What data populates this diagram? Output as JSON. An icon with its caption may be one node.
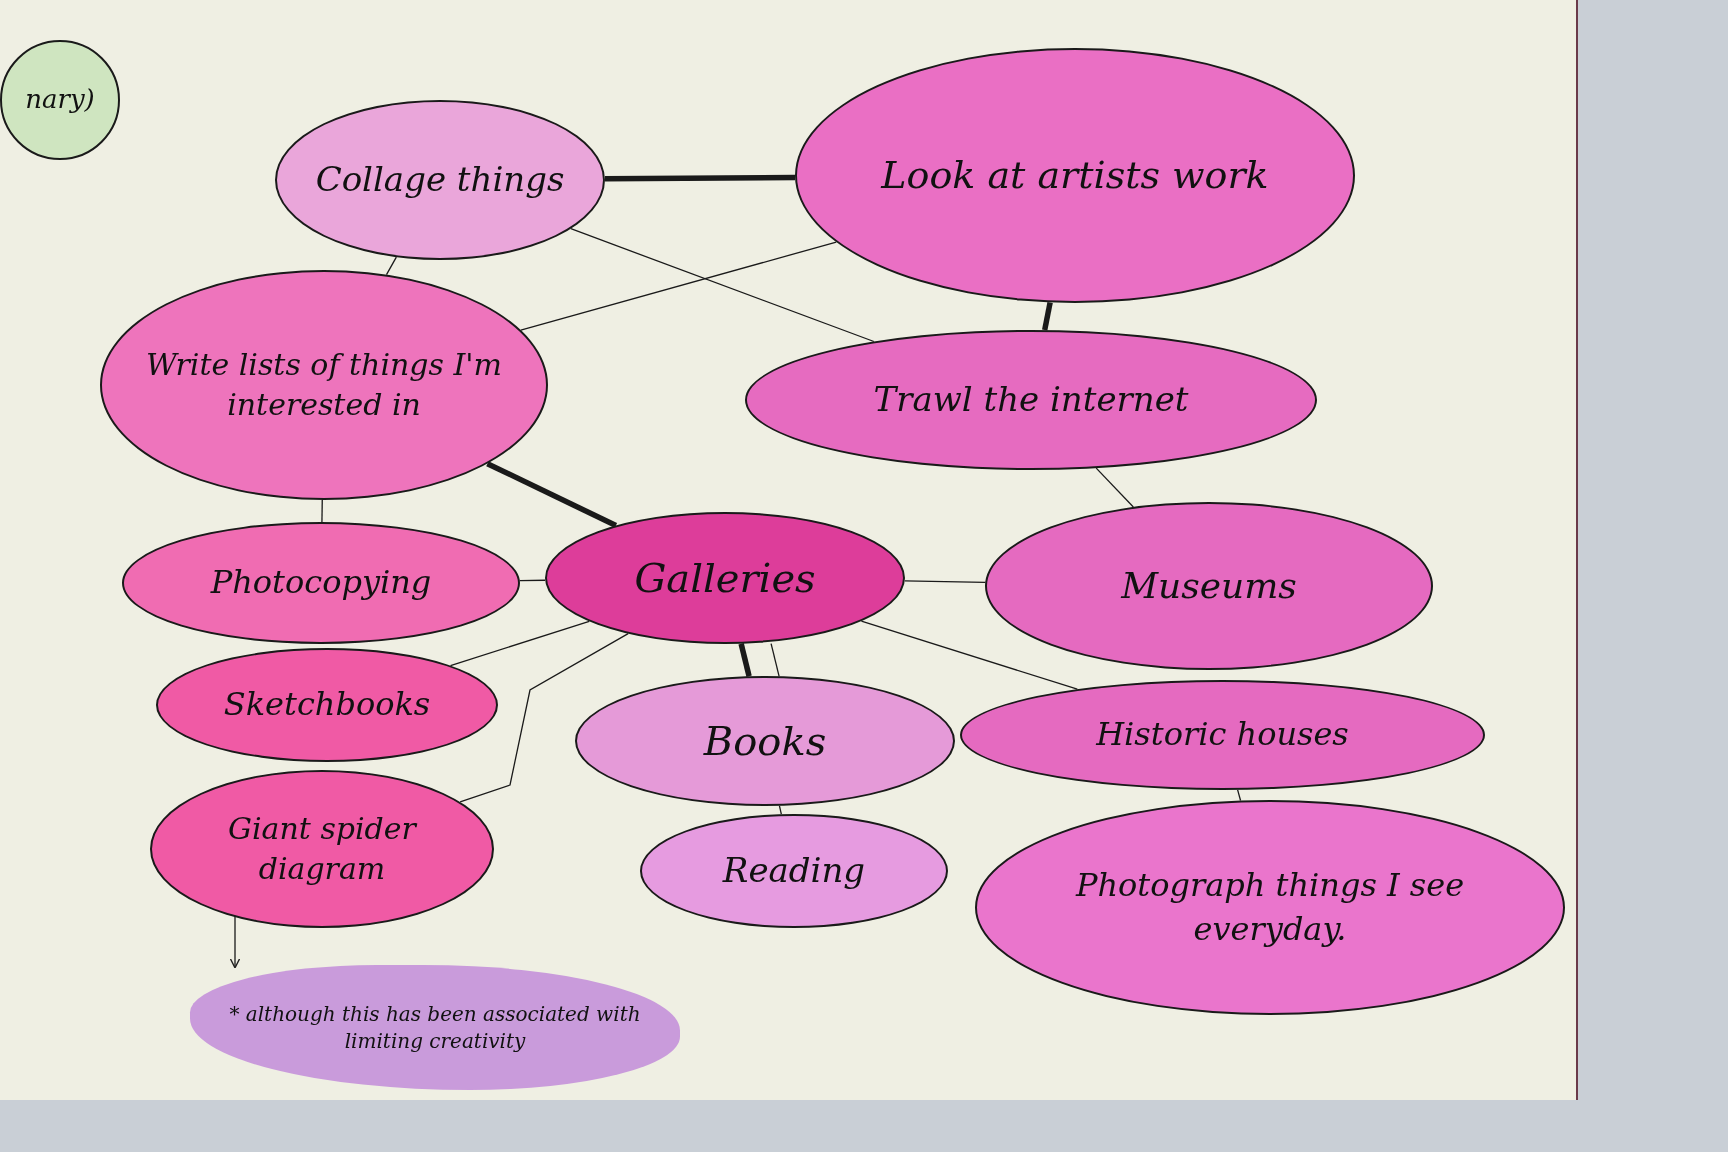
{
  "diagram": {
    "nodes": [
      {
        "text": [
          "nary)"
        ]
      },
      {
        "text": [
          "Collage things"
        ]
      },
      {
        "text": [
          "Look at artists work"
        ]
      },
      {
        "text": [
          "Write lists of things I'm interested in"
        ]
      },
      {
        "text": [
          "Trawl the internet"
        ]
      },
      {
        "text": [
          "Photocopying"
        ]
      },
      {
        "text": [
          "Galleries"
        ]
      },
      {
        "text": [
          "Museums"
        ]
      },
      {
        "text": [
          "Sketchbooks"
        ]
      },
      {
        "text": [
          "Books"
        ]
      },
      {
        "text": [
          "Historic houses"
        ]
      },
      {
        "text": [
          "Giant spider diagram"
        ]
      },
      {
        "text": [
          "Reading"
        ]
      },
      {
        "text": [
          "Photograph things I see everyday."
        ]
      },
      {
        "text": [
          "* although this has been associated with limiting creativity"
        ]
      }
    ],
    "edges": [
      {
        "from": 1,
        "to": 2,
        "arrow": "none",
        "style": "thick"
      },
      {
        "from": 1,
        "to": 4,
        "arrow": "none"
      },
      {
        "from": 1,
        "to": 3,
        "arrow": "none"
      },
      {
        "from": 3,
        "to": 2,
        "arrow": "none"
      },
      {
        "from": 3,
        "to": 6,
        "arrow": "none",
        "style": "thick"
      },
      {
        "from": 3,
        "to": 5,
        "arrow": "none"
      },
      {
        "from": 2,
        "to": 4,
        "arrow": "none",
        "style": "thick"
      },
      {
        "from": 4,
        "to": 7,
        "arrow": "none"
      },
      {
        "from": 6,
        "to": 5,
        "arrow": "none"
      },
      {
        "from": 6,
        "to": 8,
        "arrow": "none"
      },
      {
        "from": 6,
        "to": 11,
        "arrow": "none"
      },
      {
        "from": 6,
        "to": 9,
        "arrow": "none",
        "style": "thick"
      },
      {
        "from": 6,
        "to": 9,
        "arrow": "none"
      },
      {
        "from": 6,
        "to": 7,
        "arrow": "none"
      },
      {
        "from": 6,
        "to": 10,
        "arrow": "none"
      },
      {
        "from": 9,
        "to": 12,
        "arrow": "none"
      },
      {
        "from": 10,
        "to": 13,
        "arrow": "none"
      },
      {
        "from": 11,
        "to": 14,
        "arrow": "to"
      }
    ]
  }
}
